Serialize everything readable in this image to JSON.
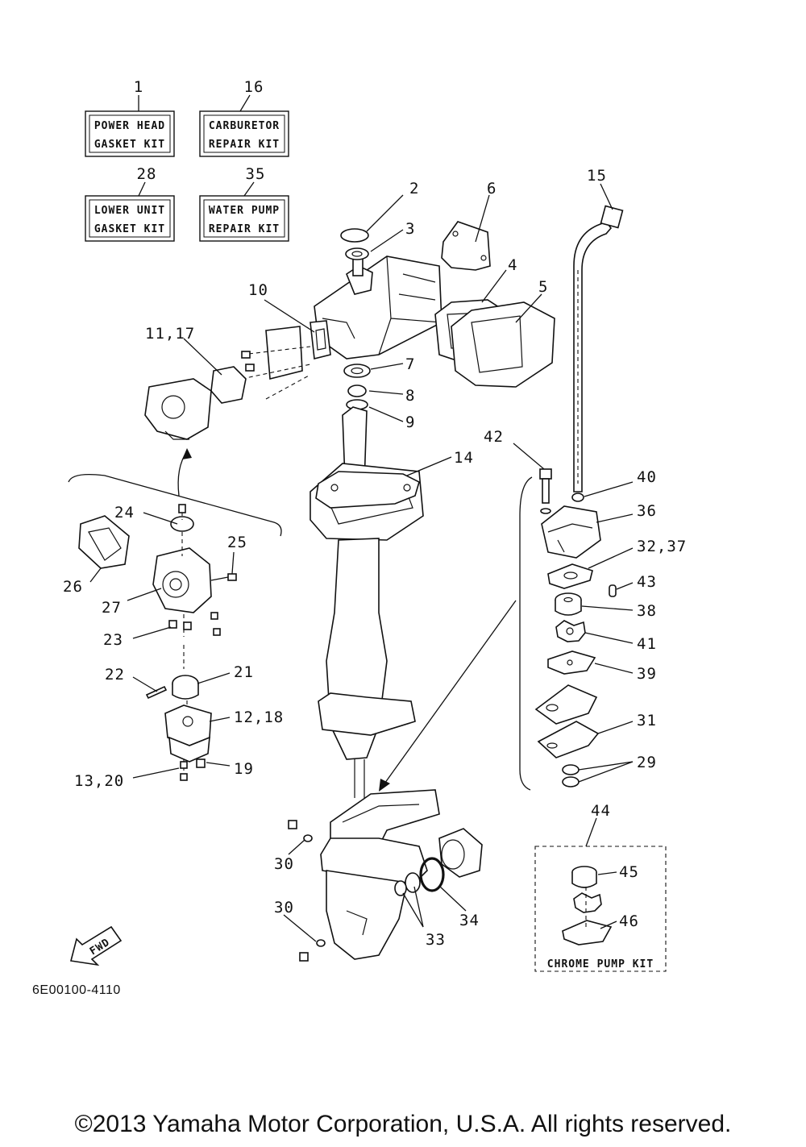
{
  "kits": [
    {
      "number": "1",
      "line1": "POWER HEAD",
      "line2": "GASKET KIT"
    },
    {
      "number": "16",
      "line1": "CARBURETOR",
      "line2": "REPAIR KIT"
    },
    {
      "number": "28",
      "line1": "LOWER UNIT",
      "line2": "GASKET KIT"
    },
    {
      "number": "35",
      "line1": "WATER PUMP",
      "line2": "REPAIR KIT"
    }
  ],
  "callouts": {
    "c2": "2",
    "c3": "3",
    "c4": "4",
    "c5": "5",
    "c6": "6",
    "c7": "7",
    "c8": "8",
    "c9": "9",
    "c10": "10",
    "c11_17": "11,17",
    "c14": "14",
    "c15": "15",
    "c24": "24",
    "c25": "25",
    "c26": "26",
    "c27": "27",
    "c23": "23",
    "c22": "22",
    "c21": "21",
    "c12_18": "12,18",
    "c19": "19",
    "c13_20": "13,20",
    "c42": "42",
    "c40": "40",
    "c36": "36",
    "c32_37": "32,37",
    "c43": "43",
    "c38": "38",
    "c41": "41",
    "c39": "39",
    "c31": "31",
    "c29": "29",
    "c30a": "30",
    "c30b": "30",
    "c33": "33",
    "c34": "34",
    "c44": "44",
    "c45": "45",
    "c46": "46"
  },
  "chrome_kit_label": "CHROME PUMP KIT",
  "fwd_label": "FWD",
  "figure_code": "6E00100-4110",
  "copyright": "©2013 Yamaha Motor Corporation, U.S.A. All rights reserved."
}
